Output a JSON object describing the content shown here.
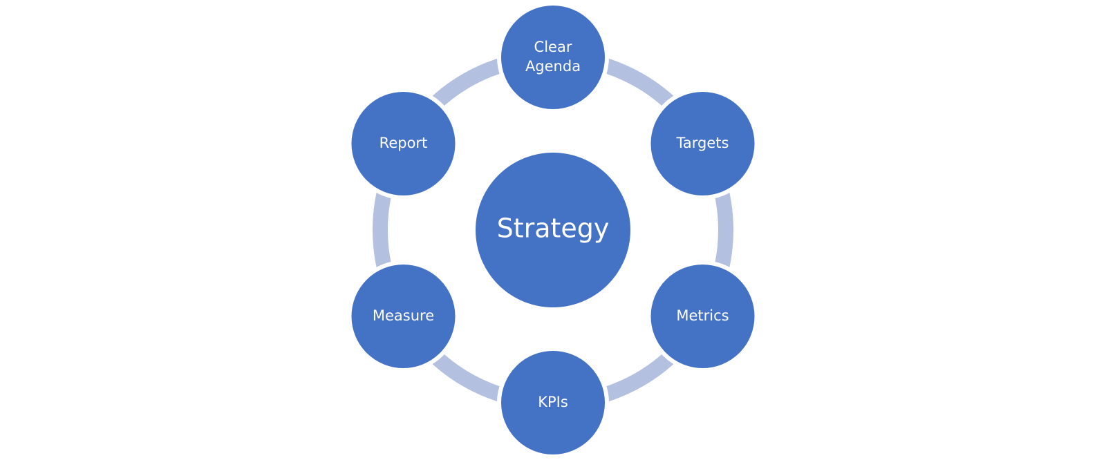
{
  "colors": {
    "node_fill": "#4472C4",
    "connector": "#B4C0E0",
    "node_stroke": "#FFFFFF",
    "label": "#FFFFFF"
  },
  "center": {
    "label": "Strategy"
  },
  "nodes": [
    {
      "id": "clear-agenda",
      "label_lines": [
        "Clear",
        "Agenda"
      ]
    },
    {
      "id": "targets",
      "label_lines": [
        "Targets"
      ]
    },
    {
      "id": "metrics",
      "label_lines": [
        "Metrics"
      ]
    },
    {
      "id": "kpis",
      "label_lines": [
        "KPIs"
      ]
    },
    {
      "id": "measure",
      "label_lines": [
        "Measure"
      ]
    },
    {
      "id": "report",
      "label_lines": [
        "Report"
      ]
    }
  ]
}
